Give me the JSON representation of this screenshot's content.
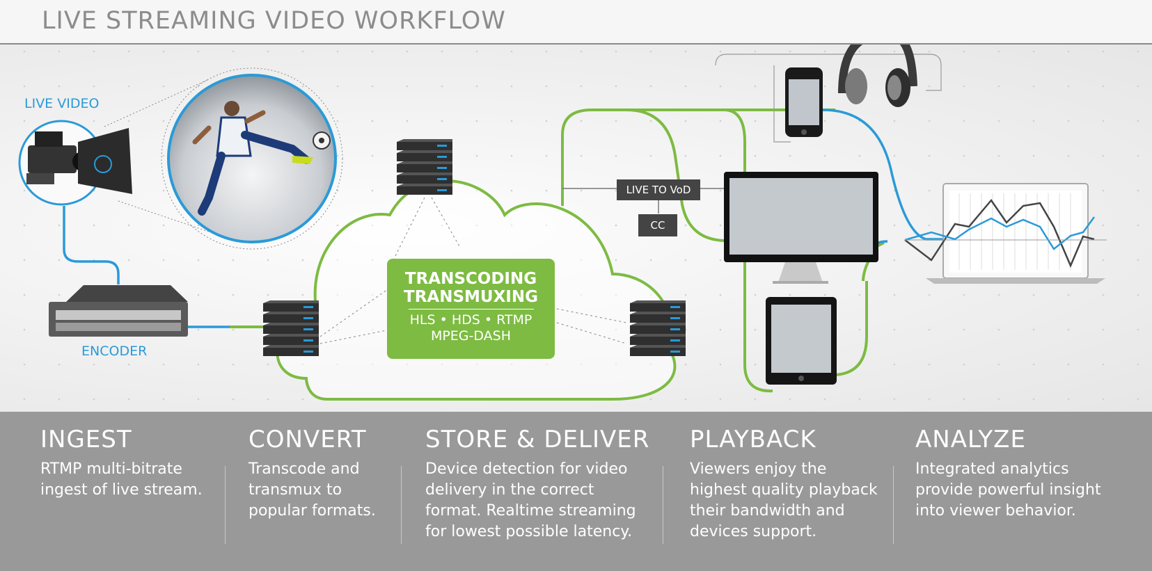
{
  "header": {
    "title": "LIVE STREAMING VIDEO WORKFLOW"
  },
  "diagram": {
    "live_video_label": "LIVE VIDEO",
    "encoder_label": "ENCODER",
    "transcoding": {
      "line1": "TRANSCODING",
      "line2": "TRANSMUXING",
      "formats1": "HLS • HDS • RTMP",
      "formats2": "MPEG-DASH"
    },
    "live_to_vod": "LIVE TO VoD",
    "cc": "CC",
    "colors": {
      "green": "#7dbb42",
      "blue": "#2a9ad8",
      "dark": "#444444",
      "footer": "#999999"
    }
  },
  "steps": [
    {
      "title": "INGEST",
      "lines": [
        "RTMP multi-bitrate",
        "ingest of live stream."
      ]
    },
    {
      "title": "CONVERT",
      "lines": [
        "Transcode and",
        "transmux to",
        "popular formats."
      ]
    },
    {
      "title": "STORE & DELIVER",
      "lines": [
        "Device detection for video",
        "delivery in the correct",
        "format. Realtime streaming",
        "for lowest possible latency."
      ]
    },
    {
      "title": "PLAYBACK",
      "lines": [
        "Viewers enjoy the",
        "highest quality playback",
        "their bandwidth and",
        "devices support."
      ]
    },
    {
      "title": "ANALYZE",
      "lines": [
        "Integrated analytics",
        "provide powerful insight",
        "into viewer behavior."
      ]
    }
  ]
}
